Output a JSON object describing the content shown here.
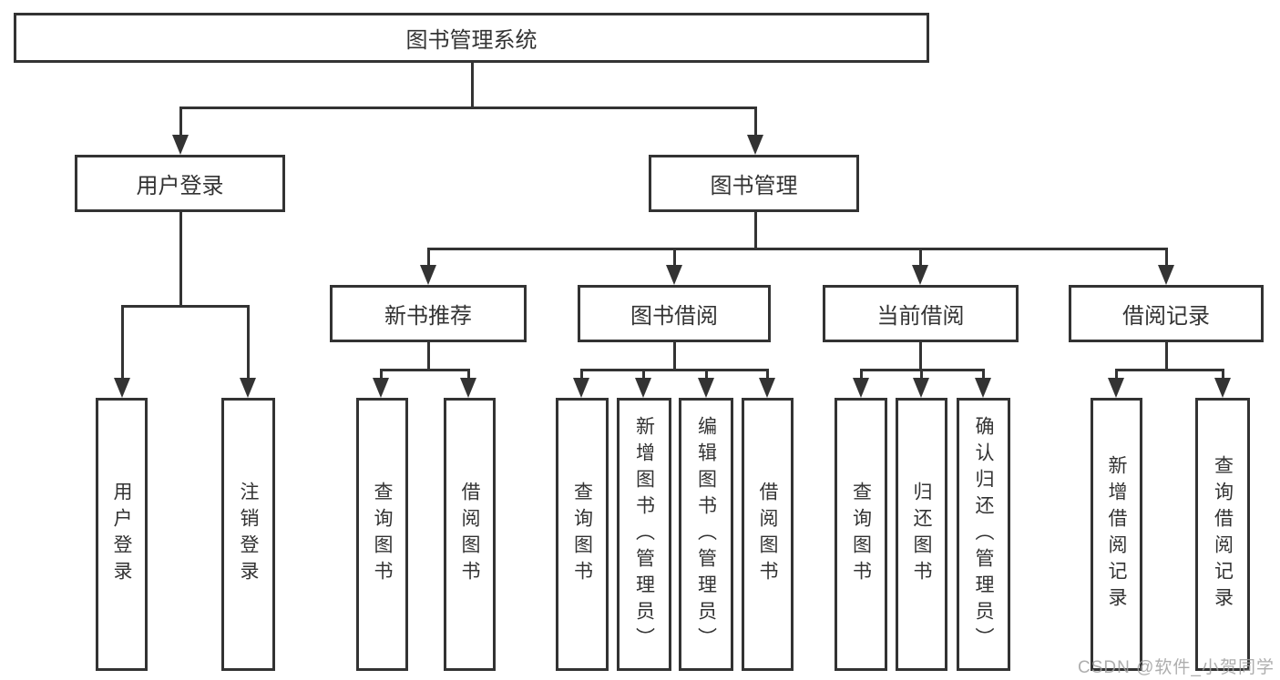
{
  "diagram": {
    "root": {
      "label": "图书管理系统"
    },
    "branches": [
      {
        "label": "用户登录",
        "children": [
          {
            "label": "用户登录"
          },
          {
            "label": "注销登录"
          }
        ]
      },
      {
        "label": "图书管理",
        "children": [
          {
            "label": "新书推荐",
            "children": [
              {
                "label": "查询图书"
              },
              {
                "label": "借阅图书"
              }
            ]
          },
          {
            "label": "图书借阅",
            "children": [
              {
                "label": "查询图书"
              },
              {
                "label": "新增图书（管理员）"
              },
              {
                "label": "编辑图书（管理员）"
              },
              {
                "label": "借阅图书"
              }
            ]
          },
          {
            "label": "当前借阅",
            "children": [
              {
                "label": "查询图书"
              },
              {
                "label": "归还图书"
              },
              {
                "label": "确认归还（管理员）"
              }
            ]
          },
          {
            "label": "借阅记录",
            "children": [
              {
                "label": "新增借阅记录"
              },
              {
                "label": "查询借阅记录"
              }
            ]
          }
        ]
      }
    ]
  },
  "watermark": {
    "text": "CSDN @软件_小贺同学"
  },
  "colors": {
    "line": "#333333",
    "text": "#333333",
    "background": "#ffffff",
    "watermark": "#a0a0a0"
  }
}
